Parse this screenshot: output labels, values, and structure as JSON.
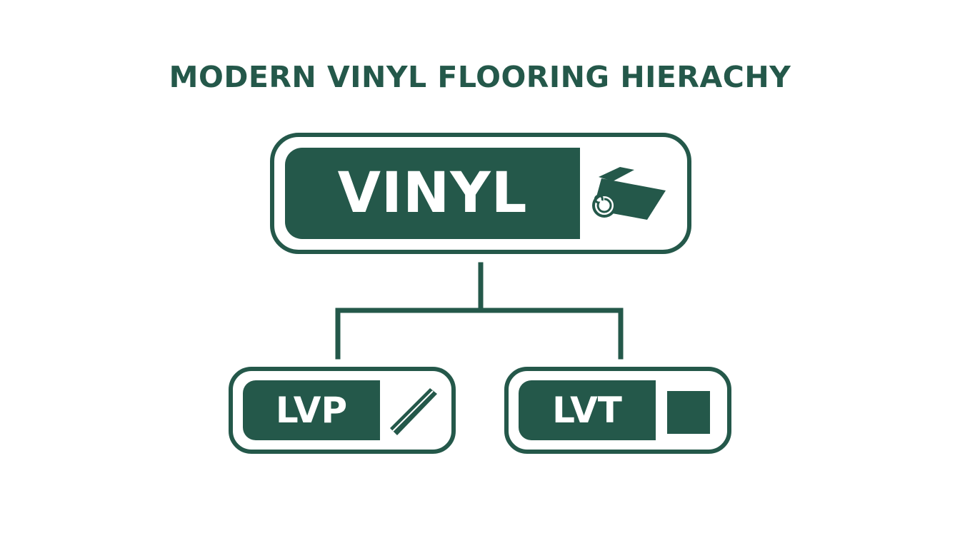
{
  "title": "MODERN VINYL FLOORING HIERACHY",
  "colors": {
    "primary": "#24584a",
    "background": "#ffffff"
  },
  "tree": {
    "root": {
      "label": "VINYL",
      "icon": "vinyl-roll-icon"
    },
    "children": [
      {
        "label": "LVP",
        "icon": "plank-icon"
      },
      {
        "label": "LVT",
        "icon": "tile-icon"
      }
    ]
  }
}
